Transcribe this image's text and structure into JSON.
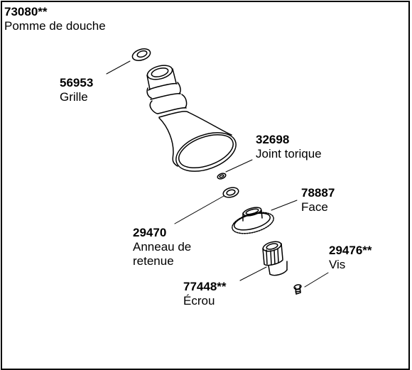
{
  "title": {
    "number": "73080**",
    "name": "Pomme de douche"
  },
  "parts": [
    {
      "id": "grille",
      "number": "56953",
      "name_lines": [
        "Grille"
      ]
    },
    {
      "id": "joint",
      "number": "32698",
      "name_lines": [
        "Joint torique"
      ]
    },
    {
      "id": "face",
      "number": "78887",
      "name_lines": [
        "Face"
      ]
    },
    {
      "id": "anneau",
      "number": "29470",
      "name_lines": [
        "Anneau de",
        "retenue"
      ]
    },
    {
      "id": "vis",
      "number": "29476**",
      "name_lines": [
        "Vis"
      ]
    },
    {
      "id": "ecrou",
      "number": "77448**",
      "name_lines": [
        "Écrou"
      ]
    }
  ]
}
